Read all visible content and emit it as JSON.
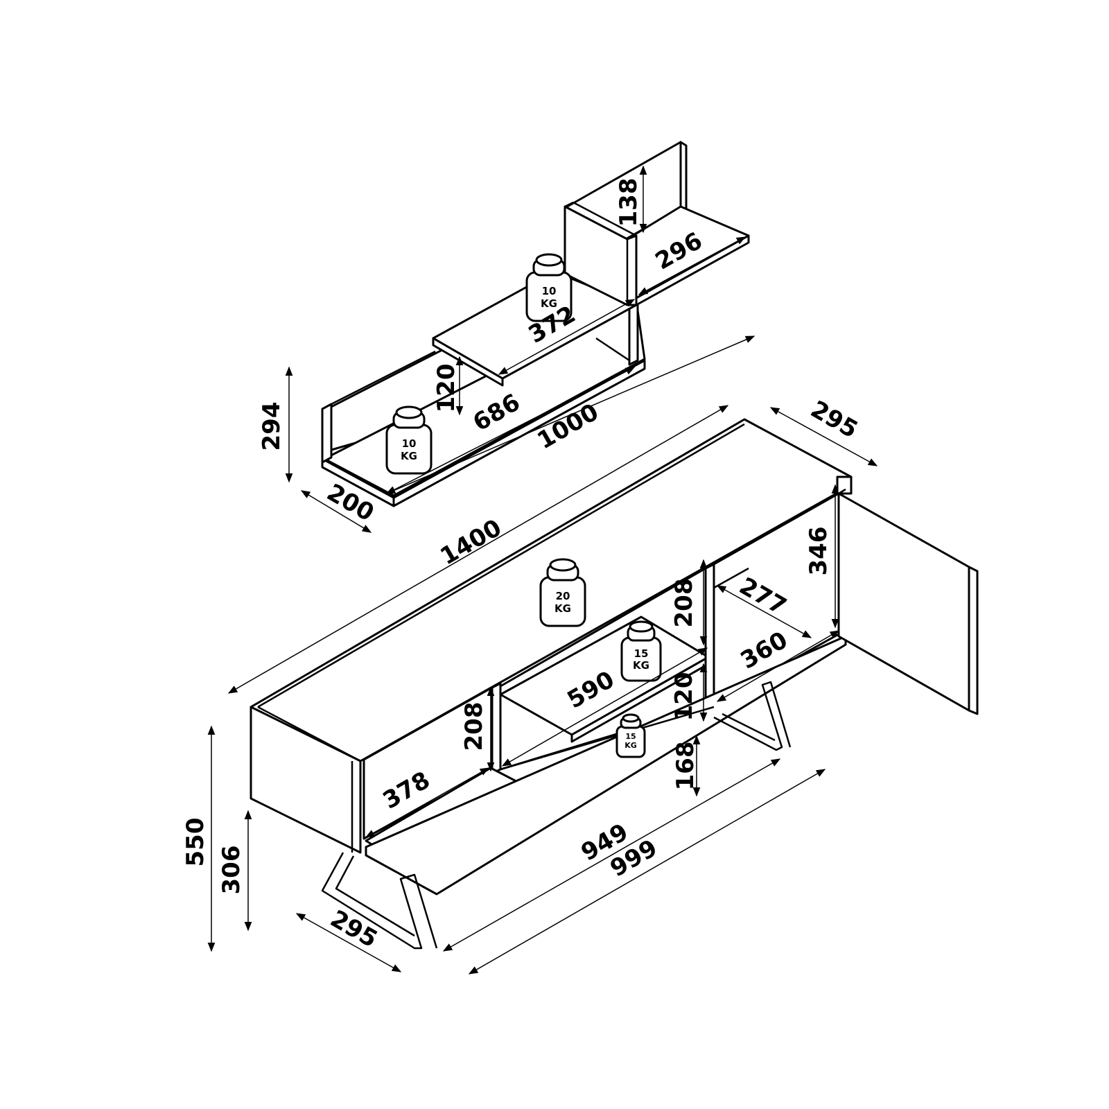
{
  "wall_shelf": {
    "dims": {
      "height_total": "294",
      "depth": "200",
      "width": "1000",
      "lower_shelf_span": "686",
      "lower_gap": "120",
      "middle_shelf_span": "372",
      "top_shelf_span": "296",
      "top_gap": "138"
    },
    "weights": [
      {
        "value": "10",
        "unit": "KG"
      },
      {
        "value": "10",
        "unit": "KG"
      }
    ]
  },
  "tv_unit": {
    "dims": {
      "width": "1400",
      "depth_back": "295",
      "door_height": "346",
      "right_inner_depth": "277",
      "right_inner_width": "360",
      "left_compartment_depth": "378",
      "left_compartment_height": "208",
      "middle_shelf_width": "590",
      "upper_compartment_height": "208",
      "gap_lower": "120",
      "leg_clearance": "168",
      "inner_width": "949",
      "leg_span": "999",
      "total_height": "550",
      "body_height": "306",
      "depth_front": "295"
    },
    "weights": [
      {
        "value": "20",
        "unit": "KG"
      },
      {
        "value": "15",
        "unit": "KG"
      },
      {
        "value": "15",
        "unit": "KG"
      }
    ]
  },
  "colors": {
    "line": "#000000",
    "fill": "#ffffff"
  }
}
